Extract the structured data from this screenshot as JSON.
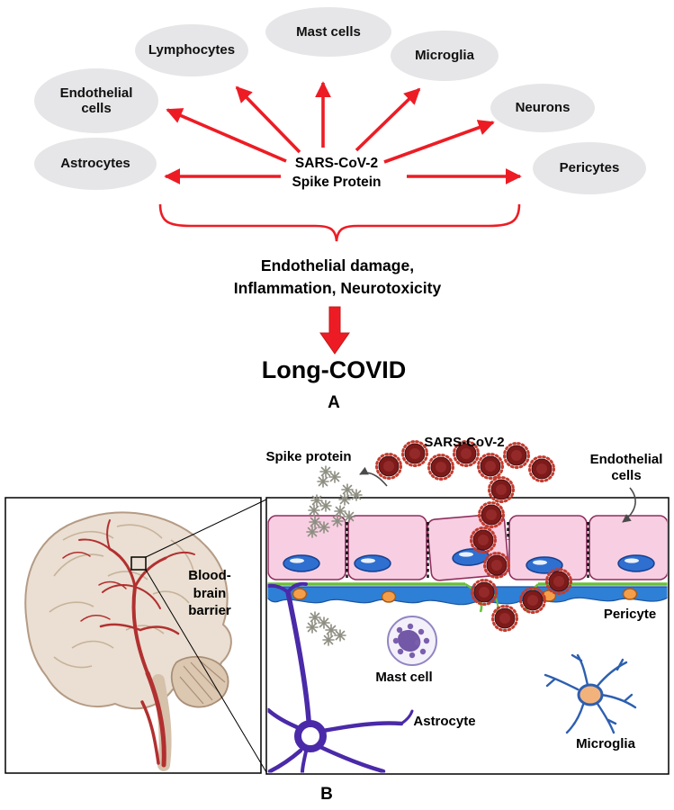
{
  "panel_a": {
    "panel_label": "A",
    "source": "SARS-CoV-2\nSpike Protein",
    "targets": [
      {
        "label": "Astrocytes"
      },
      {
        "label": "Endothelial\ncells"
      },
      {
        "label": "Lymphocytes"
      },
      {
        "label": "Mast cells"
      },
      {
        "label": "Microglia"
      },
      {
        "label": "Neurons"
      },
      {
        "label": "Pericytes"
      }
    ],
    "consequences": "Endothelial damage,\nInflammation, Neurotoxicity",
    "outcome": "Long-COVID"
  },
  "panel_b": {
    "panel_label": "B",
    "labels": {
      "spike_protein": "Spike protein",
      "sars_cov_2": "SARS-CoV-2",
      "endothelial_cells": "Endothelial\ncells",
      "blood_brain_barrier": "Blood-\nbrain\nbarrier",
      "pericyte": "Pericyte",
      "mast_cell": "Mast cell",
      "astrocyte": "Astrocyte",
      "microglia": "Microglia"
    }
  },
  "colors": {
    "arrow_red": "#ed1c24",
    "ellipse_gray": "#e6e6e8",
    "endothelial_pink": "#f8cfe2",
    "endothelial_outline": "#8f2f5f",
    "nucleus_blue": "#2f6fd0",
    "basement_green": "#6abf3a",
    "band_blue": "#2e7fd6",
    "pericyte_orange": "#f59e4a",
    "astrocyte_purple": "#4a2aa8",
    "microglia_blue": "#2d5fb0",
    "mast_cell_purple": "#5b3d96",
    "virus_dark_red": "#7d1a1a",
    "spike_gray": "#8e8e82"
  }
}
